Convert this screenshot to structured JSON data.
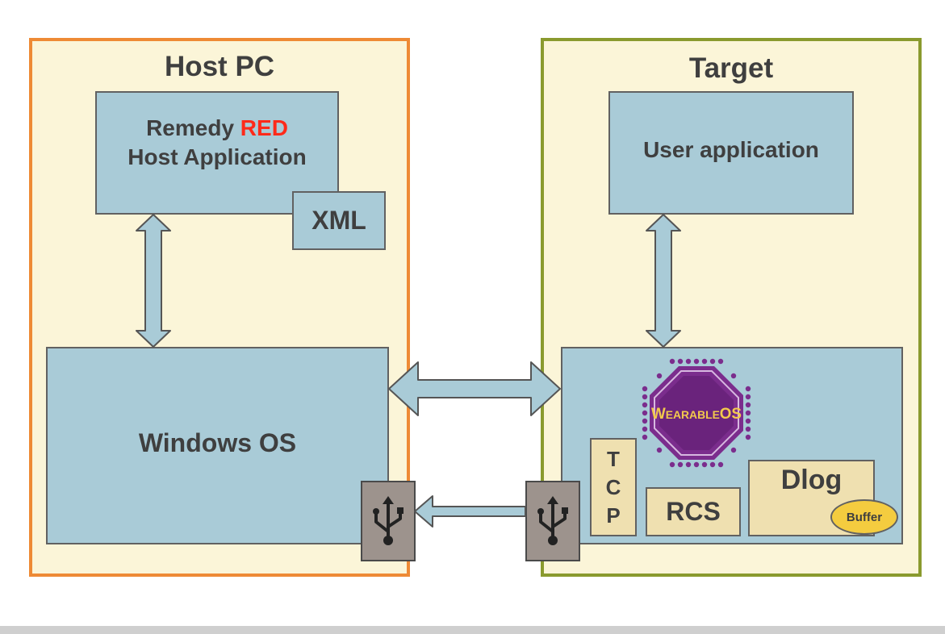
{
  "host": {
    "title": "Host PC",
    "app_line1_prefix": "Remedy ",
    "app_line1_highlight": "RED",
    "app_line2": "Host Application",
    "xml": "XML",
    "os": "Windows OS"
  },
  "target": {
    "title": "Target",
    "user_app": "User application",
    "os_logo_w": "W",
    "os_logo_mid": "EARABLE",
    "os_logo_os": "OS",
    "tcp": [
      "T",
      "C",
      "P"
    ],
    "rcs": "RCS",
    "dlog": "Dlog",
    "buffer": "Buffer"
  },
  "colors": {
    "host_border": "#ee8a35",
    "target_border": "#8a9a2e",
    "panel_fill": "#fbf5d8",
    "box_fill": "#a9cbd7",
    "sand_fill": "#efe0b0",
    "highlight": "#ff2a1a",
    "chip": "#7b2d8d",
    "logo_text": "#f2c94c",
    "buffer_fill": "#f4cc3f",
    "usb_fill": "#9d938d"
  },
  "icons": {
    "usb": "usb-icon",
    "chip": "chip-icon",
    "arrow": "double-arrow-icon"
  }
}
